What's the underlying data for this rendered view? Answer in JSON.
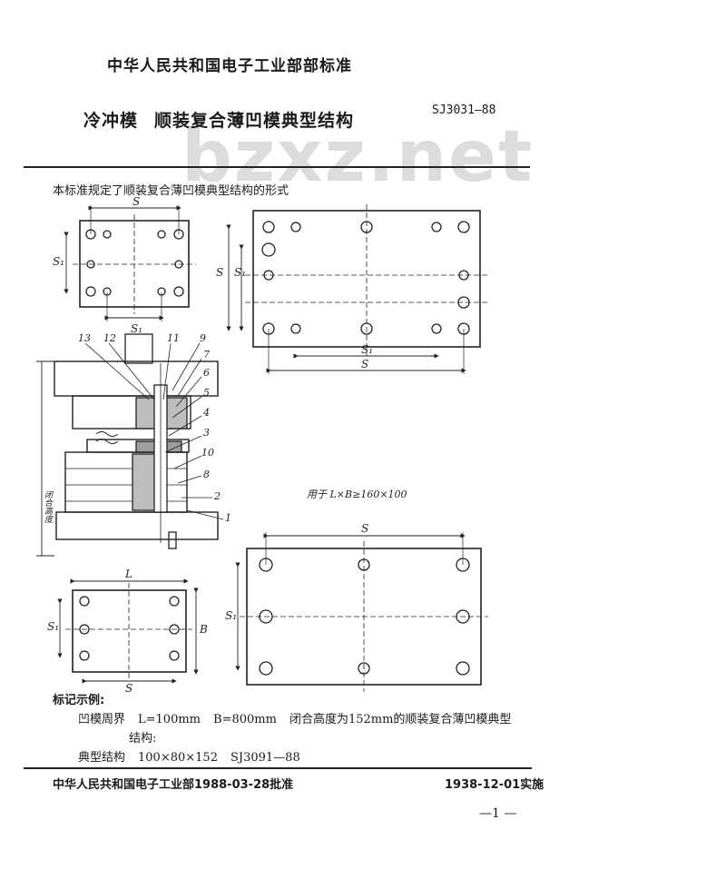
{
  "header": {
    "organization": "中华人民共和国电子工业部部标准",
    "title_main": "冷冲模",
    "title_sub": "顺装复合薄凹模典型结构",
    "standard_number": "SJ3031—88",
    "watermark": "bzxz.net"
  },
  "scope_text": "本标准规定了顺装复合薄凹模典型结构的形式",
  "drawing": {
    "labels": {
      "s": "S",
      "s1": "S₁",
      "l": "L",
      "b": "B",
      "closed_height": "闭合高度",
      "applicable": "用于 L×B≥160×100"
    },
    "part_numbers": [
      "13",
      "12",
      "11",
      "9",
      "7",
      "6",
      "5",
      "4",
      "3",
      "10",
      "8",
      "2",
      "1"
    ]
  },
  "marking_example": {
    "heading": "标记示例:",
    "line1_parts": [
      "凹模周界",
      "L=100mm",
      "B=800mm",
      "闭合高度为152mm的顺装复合薄凹模典型"
    ],
    "line2": "结构:",
    "line3_parts": [
      "典型结构",
      "100×80×152",
      "SJ3091—88"
    ]
  },
  "footer": {
    "approval": "中华人民共和国电子工业部1988-03-28批准",
    "implementation": "1938-12-01实施",
    "page_number": "—1 —"
  }
}
